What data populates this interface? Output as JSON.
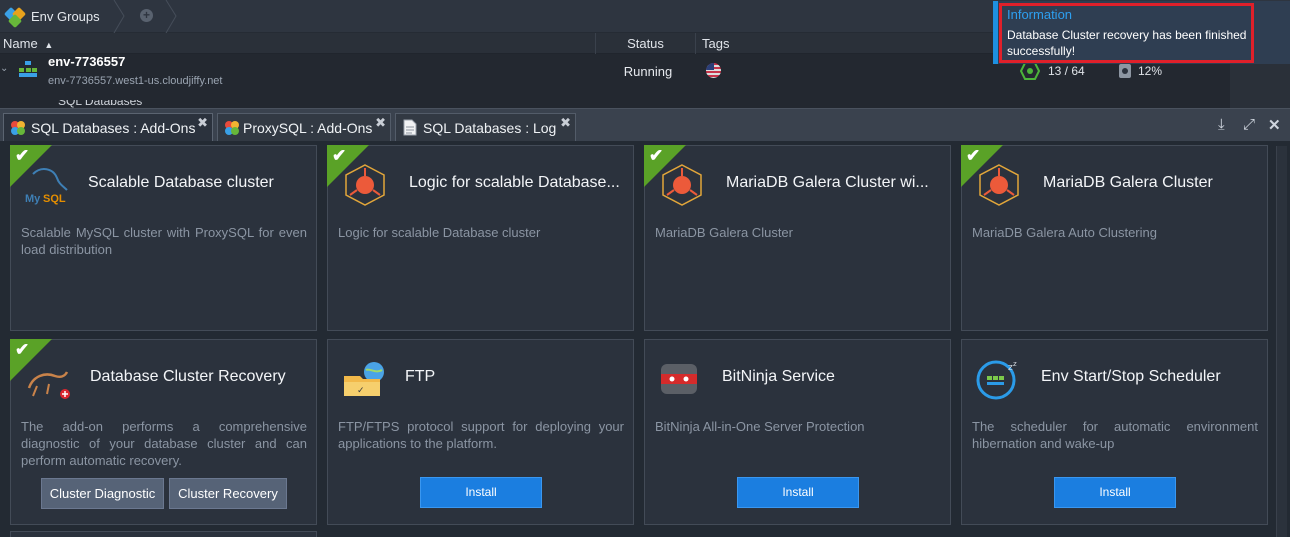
{
  "breadcrumb": {
    "label": "Env Groups"
  },
  "grid": {
    "columns": {
      "name": "Name",
      "status": "Status",
      "tags": "Tags"
    },
    "env": {
      "name": "env-7736557",
      "domain": "env-7736557.west1-us.cloudjiffy.net",
      "status": "Running",
      "cloudlets": "13 / 64",
      "disk": "12%",
      "sub_label": "SQL Databases"
    }
  },
  "notification": {
    "title": "Information",
    "message": "Database Cluster recovery has been finished successfully!"
  },
  "tabs": [
    {
      "label": "SQL Databases : Add-Ons",
      "active": true
    },
    {
      "label": "ProxySQL : Add-Ons",
      "active": false
    },
    {
      "label": "SQL Databases : Log",
      "active": false
    }
  ],
  "cards": [
    {
      "title": "Scalable Database cluster",
      "desc": "Scalable MySQL cluster with ProxySQL for even load distribution",
      "installed": true,
      "icon": "mysql-icon"
    },
    {
      "title": "Logic for scalable Database...",
      "desc": "Logic for scalable Database cluster",
      "installed": true,
      "icon": "cluster-icon"
    },
    {
      "title": "MariaDB Galera Cluster wi...",
      "desc": "MariaDB Galera Cluster",
      "installed": true,
      "icon": "cluster-icon"
    },
    {
      "title": "MariaDB Galera Cluster",
      "desc": "MariaDB Galera Auto Clustering",
      "installed": true,
      "icon": "cluster-icon"
    },
    {
      "title": "Database Cluster Recovery",
      "desc": "The add-on performs a comprehensive diagnostic of your database cluster and can perform automatic recovery.",
      "installed": true,
      "icon": "recovery-icon",
      "buttons": [
        "Cluster Diagnostic",
        "Cluster Recovery"
      ]
    },
    {
      "title": "FTP",
      "desc": "FTP/FTPS protocol support for deploying your applications to the platform.",
      "installed": false,
      "icon": "ftp-icon",
      "install_label": "Install"
    },
    {
      "title": "BitNinja Service",
      "desc": "BitNinja All-in-One Server Protection",
      "installed": false,
      "icon": "bitninja-icon",
      "install_label": "Install"
    },
    {
      "title": "Env Start/Stop Scheduler",
      "desc": "The scheduler for automatic environment hibernation and wake-up",
      "installed": false,
      "icon": "scheduler-icon",
      "install_label": "Install"
    }
  ],
  "colors": {
    "accent": "#1b7ee0",
    "installed_badge": "#5aa227",
    "popup_border": "#e0202a"
  }
}
